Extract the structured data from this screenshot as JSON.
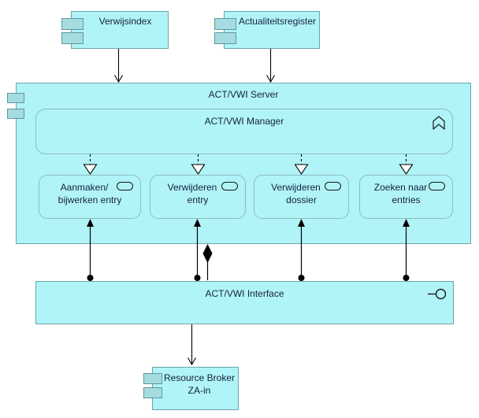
{
  "diagram": {
    "background": "#ffffff",
    "colors": {
      "element_fill": "#b0f4f7",
      "nested_icon_fill": "#a6dce0",
      "outer_border": "#6ba3ab",
      "inner_border": "#8fb9bf",
      "connector": "#000000",
      "text": "#16213e"
    },
    "components": {
      "verwijsindex": {
        "label": "Verwijsindex"
      },
      "actualiteitsregister": {
        "label": "Actualiteitsregister"
      },
      "resource_broker": {
        "line1": "Resource Broker",
        "line2": "ZA-in"
      }
    },
    "server": {
      "label": "ACT/VWI Server",
      "manager": {
        "label": "ACT/VWI Manager"
      },
      "services": [
        {
          "line1": "Aanmaken/",
          "line2": "bijwerken entry"
        },
        {
          "line1": "Verwijderen",
          "line2": "entry"
        },
        {
          "line1": "Verwijderen",
          "line2": "dossier"
        },
        {
          "line1": "Zoeken naar",
          "line2": "entries"
        }
      ]
    },
    "interface": {
      "label": "ACT/VWI Interface"
    },
    "icons": {
      "component": "uml-component-icon",
      "function": "application-function-chevron-icon",
      "service": "application-service-pill-icon",
      "interface": "lollipop-interface-icon"
    }
  }
}
